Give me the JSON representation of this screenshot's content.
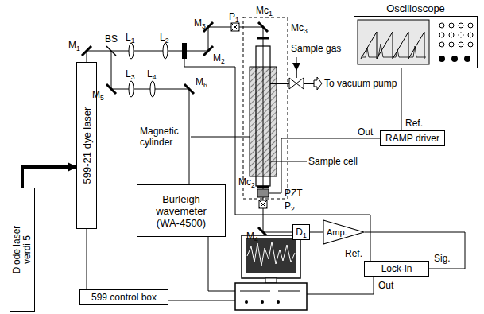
{
  "diagram": {
    "nodes": [
      {
        "text": [
          "599-21 dye laser"
        ]
      },
      {
        "text": [
          "Diode laser verdi 5"
        ]
      },
      {
        "text": [
          "Oscilloscope"
        ]
      },
      {
        "text": [
          "RAMP driver"
        ]
      },
      {
        "text": [
          "Burleigh wavemeter (WA-4500)"
        ]
      },
      {
        "text": [
          "D1"
        ]
      },
      {
        "text": [
          "Amp."
        ]
      },
      {
        "text": [
          "Lock-in"
        ]
      },
      {
        "text": [
          "599 control box"
        ]
      }
    ],
    "edges": [
      {
        "from": 1,
        "to": 0,
        "arrow": "to"
      },
      {
        "from": 8,
        "to": 0,
        "arrow": "none"
      },
      {
        "from": 5,
        "to": 6,
        "arrow": "none"
      },
      {
        "from": 6,
        "to": 7,
        "arrow": "none"
      },
      {
        "from": 3,
        "to": 2,
        "arrow": "none"
      }
    ],
    "labels": [
      "M1",
      "BS",
      "L1",
      "L2",
      "M3",
      "P1",
      "Mc1",
      "Mc3",
      "M2",
      "M5",
      "L3",
      "L4",
      "M6",
      "Sample gas",
      "To vacuum pump",
      "Magnetic cylinder",
      "Sample cell",
      "Mc2",
      "PZT",
      "P2",
      "M4",
      "Out",
      "Ref.",
      "Ref.",
      "Sig.",
      "Out"
    ]
  }
}
